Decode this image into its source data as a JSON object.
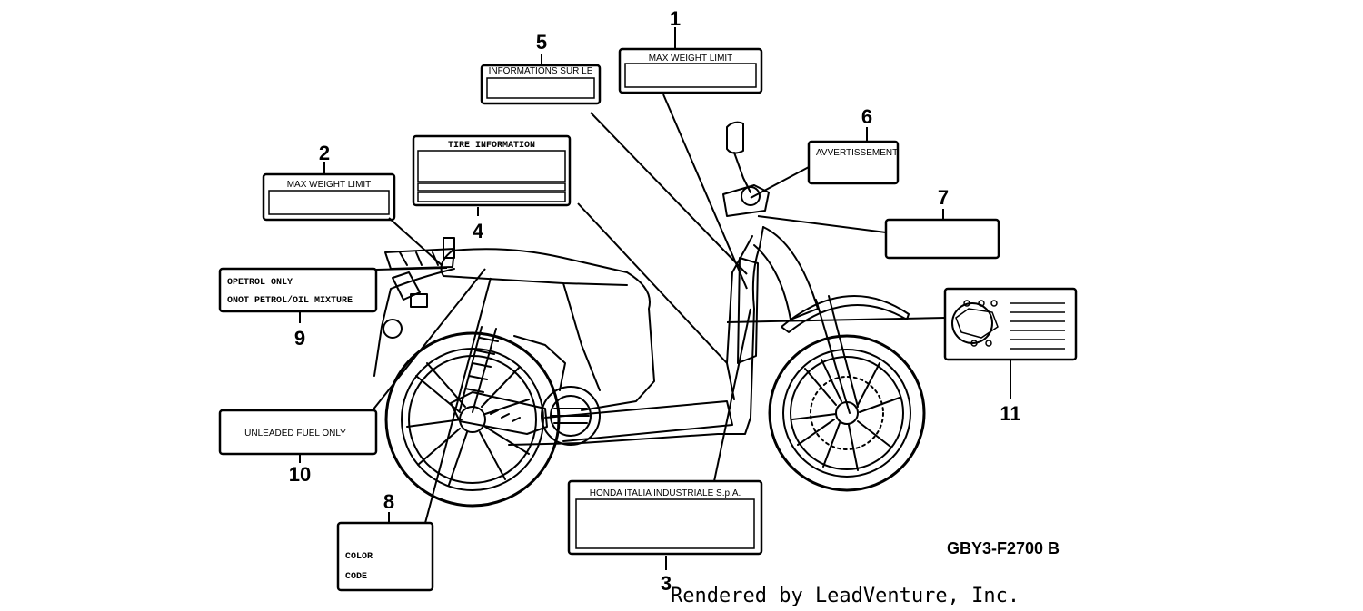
{
  "labels": {
    "l1": {
      "number": "1",
      "text": "MAX WEIGHT LIMIT"
    },
    "l2": {
      "number": "2",
      "text": "MAX WEIGHT LIMIT"
    },
    "l3": {
      "number": "3",
      "text": "HONDA ITALIA INDUSTRIALE S.p.A."
    },
    "l4": {
      "number": "4",
      "text": "TIRE INFORMATION"
    },
    "l5": {
      "number": "5",
      "text": "INFORMATIONS SUR LE"
    },
    "l6": {
      "number": "6",
      "text": "AVVERTISSEMENT"
    },
    "l7": {
      "number": "7"
    },
    "l8": {
      "number": "8",
      "line1": "COLOR",
      "line2": "CODE"
    },
    "l9": {
      "number": "9",
      "line1": "OPETROL ONLY",
      "line2": "ONOT PETROL/OIL MIXTURE"
    },
    "l10": {
      "number": "10",
      "text": "UNLEADED FUEL ONLY"
    },
    "l11": {
      "number": "11"
    }
  },
  "diagram_code": "GBY3-F2700 B",
  "footer": "Rendered by LeadVenture, Inc."
}
